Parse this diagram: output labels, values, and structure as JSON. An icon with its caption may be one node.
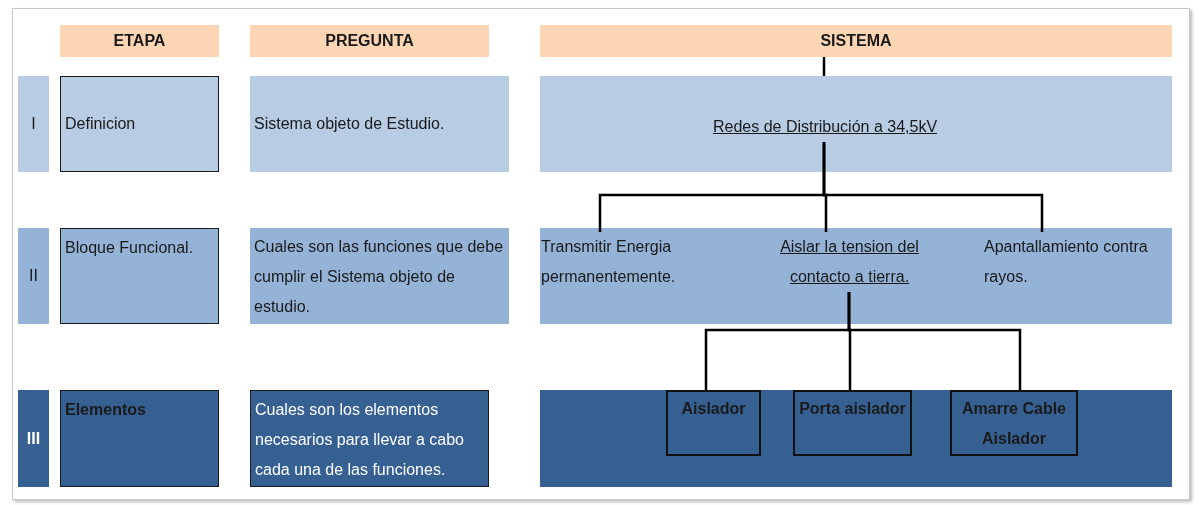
{
  "diagram": {
    "nodes": [
      {
        "text": [
          "ETAPA"
        ]
      },
      {
        "text": [
          "PREGUNTA"
        ]
      },
      {
        "text": [
          "SISTEMA"
        ]
      },
      {
        "text": [
          "I"
        ]
      },
      {
        "text": [
          "Definicion"
        ]
      },
      {
        "text": [
          "Sistema objeto de Estudio."
        ]
      },
      {
        "text": [],
        "shape": "box"
      },
      {
        "text": [
          "Redes de Distribución a 34,5kV"
        ],
        "in": 6
      },
      {
        "text": [
          "II"
        ]
      },
      {
        "text": [
          "Bloque Funcional."
        ]
      },
      {
        "text": [
          "Cuales son las funciones que debe cumplir el Sistema objeto de estudio."
        ]
      },
      {
        "text": [],
        "shape": "box"
      },
      {
        "text": [
          "Transmitir Energia permanentemente."
        ],
        "in": 11
      },
      {
        "text": [
          "Aislar la tension del contacto a tierra."
        ],
        "in": 11
      },
      {
        "text": [
          "Apantallamiento contra rayos."
        ],
        "in": 11
      },
      {
        "text": [
          "III"
        ]
      },
      {
        "text": [
          "Elementos"
        ]
      },
      {
        "text": [
          "Cuales son los elementos necesarios para llevar a cabo cada una de las funciones."
        ]
      },
      {
        "text": [],
        "shape": "box"
      },
      {
        "text": [
          "Aislador"
        ],
        "in": 18
      },
      {
        "text": [
          "Porta aislador"
        ],
        "in": 18
      },
      {
        "text": [
          "Amarre Cable Aislador"
        ],
        "in": 18
      }
    ],
    "edges": [
      {
        "from": 2,
        "to": 6,
        "arrow": "none"
      },
      {
        "from": 7,
        "to": 12,
        "arrow": "none"
      },
      {
        "from": 7,
        "to": 13,
        "arrow": "none"
      },
      {
        "from": 7,
        "to": 14,
        "arrow": "none"
      },
      {
        "from": 13,
        "to": 19,
        "arrow": "none"
      },
      {
        "from": 13,
        "to": 20,
        "arrow": "none"
      },
      {
        "from": 13,
        "to": 21,
        "arrow": "none"
      }
    ]
  }
}
